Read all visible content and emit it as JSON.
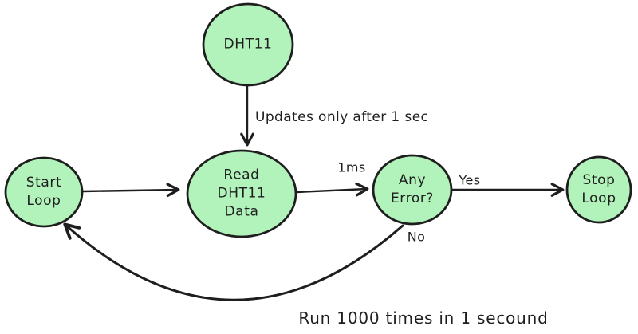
{
  "diagram": {
    "background_color": "#ffffff",
    "node_fill_color": "#b2f2bb",
    "node_stroke_color": "#1e1e1e",
    "arrow_color": "#1e1e1e",
    "nodes": {
      "dht11": {
        "label": "DHT11"
      },
      "start_loop": {
        "label": "Start\nLoop"
      },
      "read_data": {
        "label": "Read\nDHT11\nData"
      },
      "any_error": {
        "label": "Any\nError?"
      },
      "stop_loop": {
        "label": "Stop\nLoop"
      }
    },
    "edge_labels": {
      "updates": "Updates only after 1 sec",
      "one_ms": "1ms",
      "yes": "Yes",
      "no": "No"
    },
    "caption": "Run 1000 times in 1 secound"
  }
}
